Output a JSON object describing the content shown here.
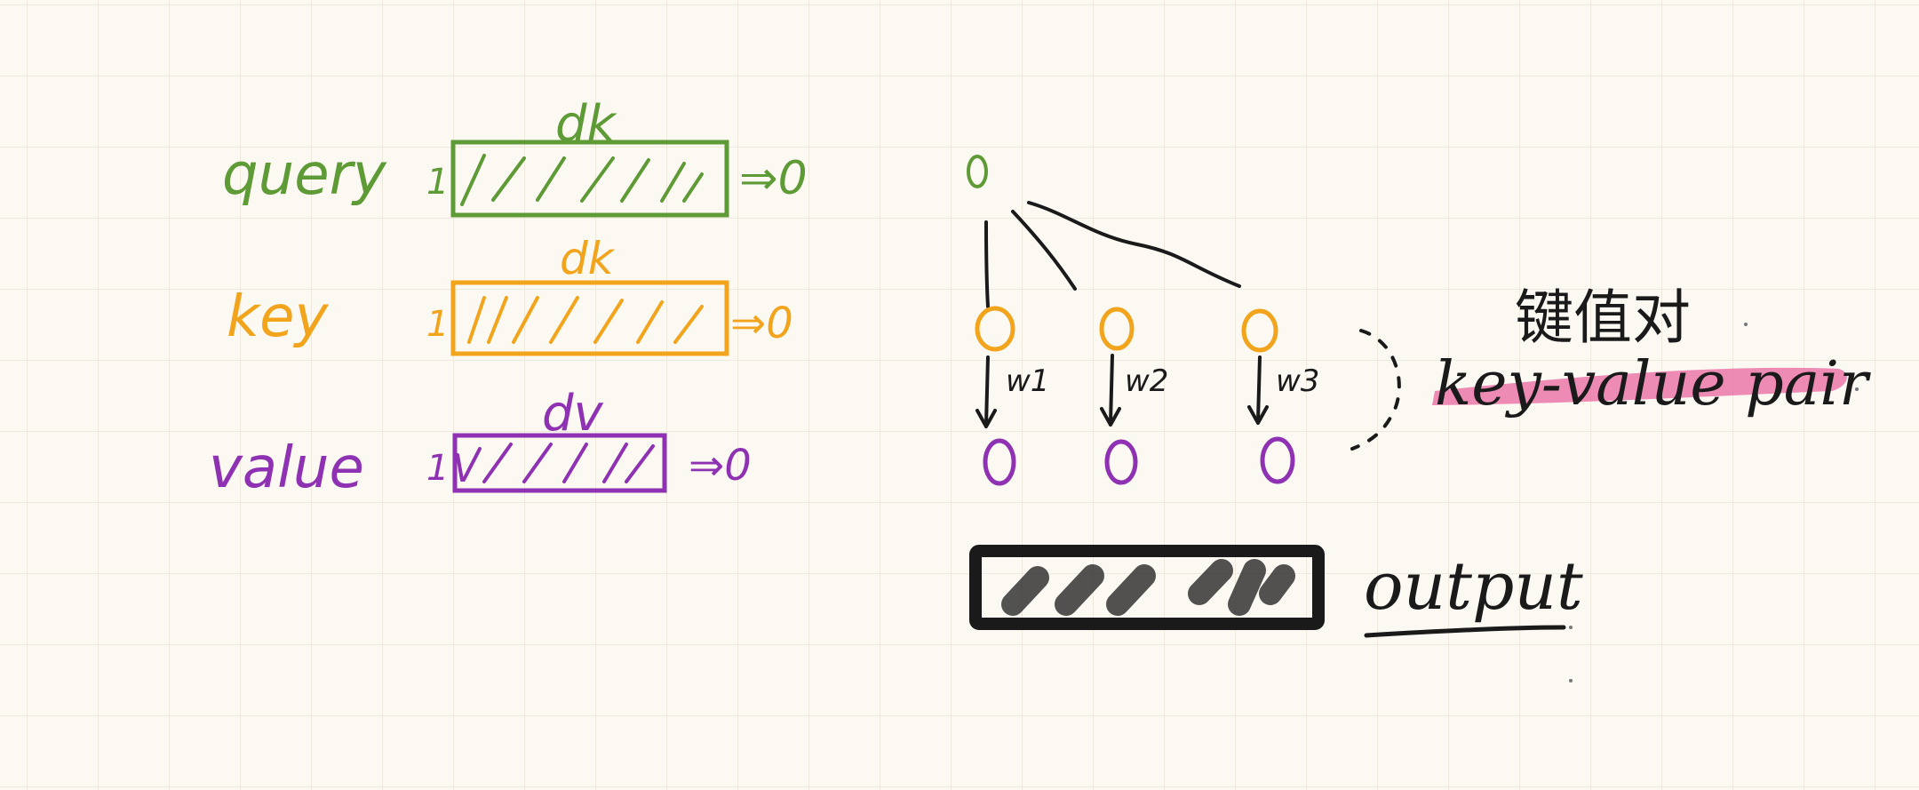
{
  "colors": {
    "query": "#5e9a35",
    "key": "#f3a41d",
    "value": "#8e31b2",
    "ink": "#1a1a1a",
    "highlight": "#e8609c"
  },
  "labels": {
    "query": "query",
    "key": "key",
    "value": "value",
    "dk_query": "dk",
    "dk_key": "dk",
    "dv": "dv",
    "one_query": "1",
    "one_key": "1",
    "one_value": "1",
    "arrow_query": "⇒0",
    "arrow_key": "⇒0",
    "arrow_value": "⇒0"
  },
  "weights": [
    "w1",
    "w2",
    "w3"
  ],
  "annotation": {
    "zh": "键值对",
    "en": "key-value pair"
  },
  "output_label": "output"
}
